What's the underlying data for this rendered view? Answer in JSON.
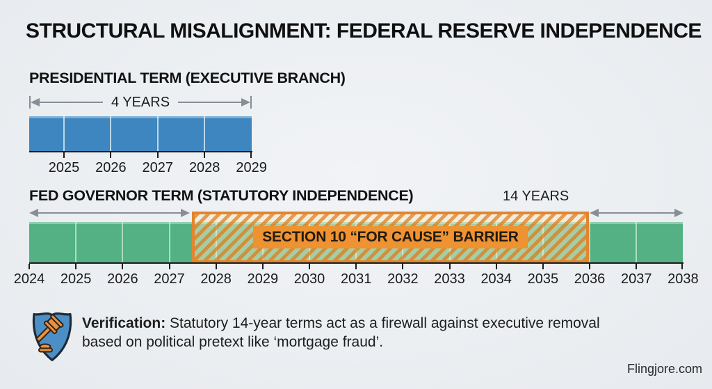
{
  "title": "STRUCTURAL MISALIGNMENT: FEDERAL RESERVE INDEPENDENCE",
  "presidential": {
    "heading": "PRESIDENTIAL TERM (EXECUTIVE BRANCH)",
    "span_label": "4 YEARS",
    "years": [
      "2025",
      "2026",
      "2027",
      "2028",
      "2029"
    ]
  },
  "fed": {
    "heading": "FED GOVERNOR TERM (STATUTORY INDEPENDENCE)",
    "span_label": "14 YEARS",
    "years": [
      "2024",
      "2025",
      "2026",
      "2027",
      "2028",
      "2029",
      "2030",
      "2031",
      "2032",
      "2033",
      "2034",
      "2035",
      "2036",
      "2037",
      "2038"
    ],
    "barrier_label": "SECTION 10 “FOR CAUSE” BARRIER"
  },
  "verification": {
    "label": "Verification:",
    "text": " Statutory 14-year terms act as a firewall against executive removal based on political pretext like ‘mortgage fraud’."
  },
  "footer": {
    "site": "Flingjore.com"
  },
  "colors": {
    "background": "#edf0f3",
    "presidential_bar": "#3d86bf",
    "fed_bar": "#53b183",
    "barrier_fill": "#ef9231",
    "barrier_border": "#e0862f",
    "arrow": "#878e96",
    "axis": "#1b1b1b",
    "shield_blue": "#4b8fc6",
    "gavel_orange": "#e89142"
  },
  "chart_data": [
    {
      "type": "bar",
      "title": "PRESIDENTIAL TERM (EXECUTIVE BRANCH)",
      "orientation": "horizontal-timeline",
      "x_ticks": [
        2025,
        2026,
        2027,
        2028,
        2029
      ],
      "xlim": [
        2024.25,
        2029
      ],
      "series": [
        {
          "name": "Presidential term",
          "start": 2024.25,
          "end": 2029,
          "duration_label": "4 YEARS",
          "color": "#3d86bf"
        }
      ],
      "grid": false,
      "annotations": [
        "4 YEARS double-headed arrow spanning full bar"
      ]
    },
    {
      "type": "bar",
      "title": "FED GOVERNOR TERM (STATUTORY INDEPENDENCE)",
      "orientation": "horizontal-timeline",
      "x_ticks": [
        2024,
        2025,
        2026,
        2027,
        2028,
        2029,
        2030,
        2031,
        2032,
        2033,
        2034,
        2035,
        2036,
        2037,
        2038
      ],
      "xlim": [
        2024,
        2038
      ],
      "series": [
        {
          "name": "Fed governor term",
          "start": 2024,
          "end": 2038,
          "duration_label": "14 YEARS",
          "color": "#53b183"
        }
      ],
      "overlay": {
        "label": "SECTION 10 “FOR CAUSE” BARRIER",
        "start": 2027.5,
        "end": 2036,
        "style": "orange hatched box"
      },
      "annotations": [
        "double-headed arrow 2024–2027.5",
        "double-headed arrow 2036–2038",
        "14 YEARS label above right arrow"
      ],
      "grid": false
    }
  ]
}
